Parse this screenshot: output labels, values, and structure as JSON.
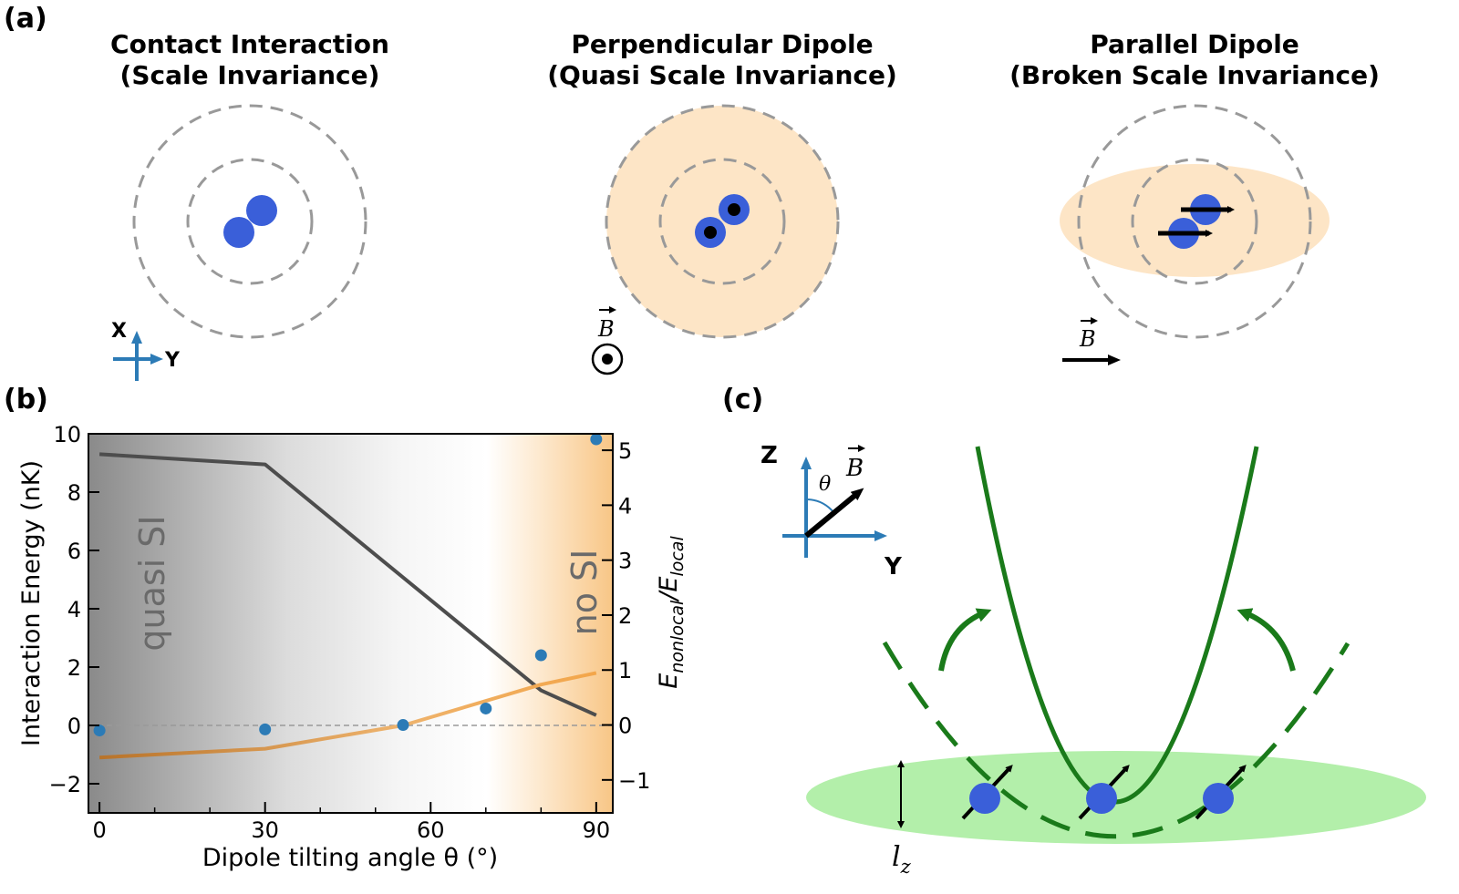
{
  "panel_labels": {
    "a": "(a)",
    "b": "(b)",
    "c": "(c)"
  },
  "panel_a": {
    "subpanels": [
      {
        "title_line1": "Contact Interaction",
        "title_line2": "(Scale Invariance)"
      },
      {
        "title_line1": "Perpendicular Dipole",
        "title_line2": "(Quasi Scale Invariance)"
      },
      {
        "title_line1": "Parallel Dipole",
        "title_line2": "(Broken Scale Invariance)"
      }
    ],
    "axes": {
      "x": "X",
      "y": "Y"
    },
    "field_symbol": "B",
    "colors": {
      "atom": "#3a5fd9",
      "cloud": "#fde5c6",
      "ring": "#999999",
      "axis": "#2c7bb6"
    }
  },
  "panel_b": {
    "region_labels": {
      "left": "quasi SI",
      "right": "no SI"
    },
    "chart_data": {
      "type": "line",
      "xlabel": "Dipole tilting angle θ (°)",
      "ylabel": "Interaction Energy (nK)",
      "ylabel_right": "E_nonlocal/E_local",
      "xlim": [
        -2,
        93
      ],
      "ylim": [
        -3,
        10
      ],
      "ylim_right": [
        -1.6,
        5.3
      ],
      "x_ticks": [
        "0",
        "30",
        "60",
        "90"
      ],
      "y_ticks": [
        "−2",
        "0",
        "2",
        "4",
        "6",
        "8",
        "10"
      ],
      "y_ticks_right": [
        "−1",
        "0",
        "1",
        "2",
        "3",
        "4",
        "5"
      ],
      "series": [
        {
          "axis": "left",
          "color": "#4d4d4d",
          "x": [
            0,
            30,
            80,
            90
          ],
          "y": [
            9.3,
            8.95,
            1.2,
            0.35
          ]
        },
        {
          "axis": "left",
          "color": "#e8a24c",
          "x": [
            0,
            30,
            55,
            80,
            90
          ],
          "y": [
            -1.1,
            -0.8,
            0.0,
            1.4,
            1.8
          ]
        },
        {
          "axis": "right",
          "type": "scatter",
          "color": "#2c7bb6",
          "x": [
            0,
            30,
            55,
            70,
            80,
            90
          ],
          "y": [
            -0.1,
            -0.08,
            0.0,
            0.3,
            1.27,
            5.2
          ]
        }
      ],
      "zero_line": true
    }
  },
  "panel_c": {
    "axes": {
      "z": "Z",
      "y": "Y"
    },
    "angle_symbol": "θ",
    "field_symbol": "B",
    "length_symbol": "l",
    "length_subscript": "z",
    "colors": {
      "curve": "#1a7a1a",
      "disk": "#b3efaa",
      "atom": "#3a5fd9",
      "axis": "#2c7bb6"
    }
  }
}
